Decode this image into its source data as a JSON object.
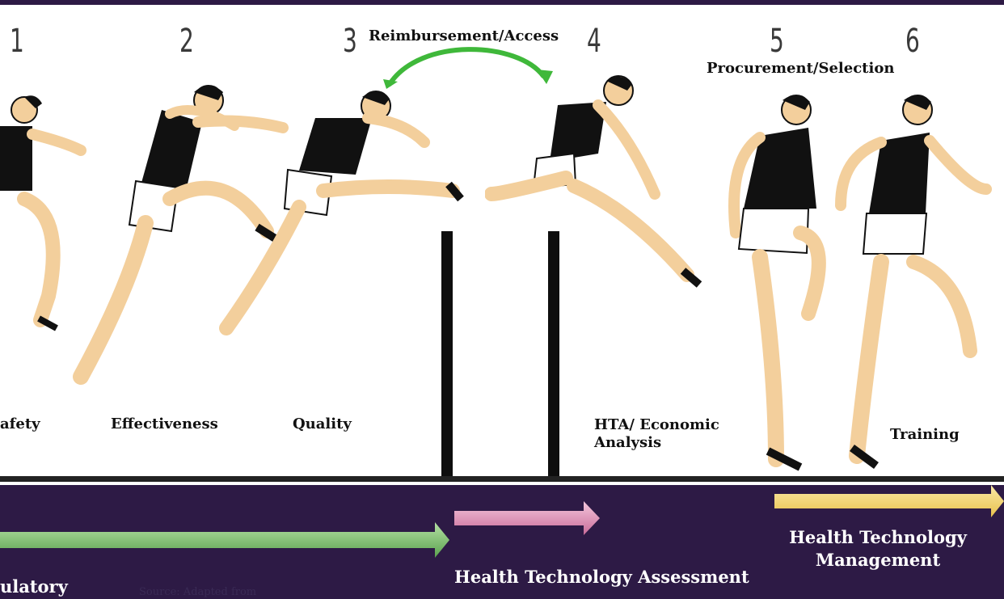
{
  "hurdle_numbers": [
    "1",
    "2",
    "3",
    "4",
    "5",
    "6"
  ],
  "labels": {
    "safety": "afety",
    "effectiveness": "Effectiveness",
    "quality": "Quality",
    "reimbursement": "Reimbursement/Access",
    "hta": "HTA/ Economic\nAnalysis",
    "procurement": "Procurement/Selection",
    "training": "Training"
  },
  "bottom": {
    "regulatory": "ulatory",
    "hta": "Health Technology Assessment",
    "htm": "Health Technology\nManagement",
    "source": "Source: Adapted from"
  },
  "colors": {
    "background": "#2d1a45",
    "panel": "#ffffff",
    "skin": "#f3cf9c",
    "vest": "#111111",
    "regulatory_arrow": "#7cc26e",
    "hta_arrow": "#e39bc0",
    "htm_arrow": "#f4d36a",
    "curve_arrow": "#3fb83a"
  }
}
